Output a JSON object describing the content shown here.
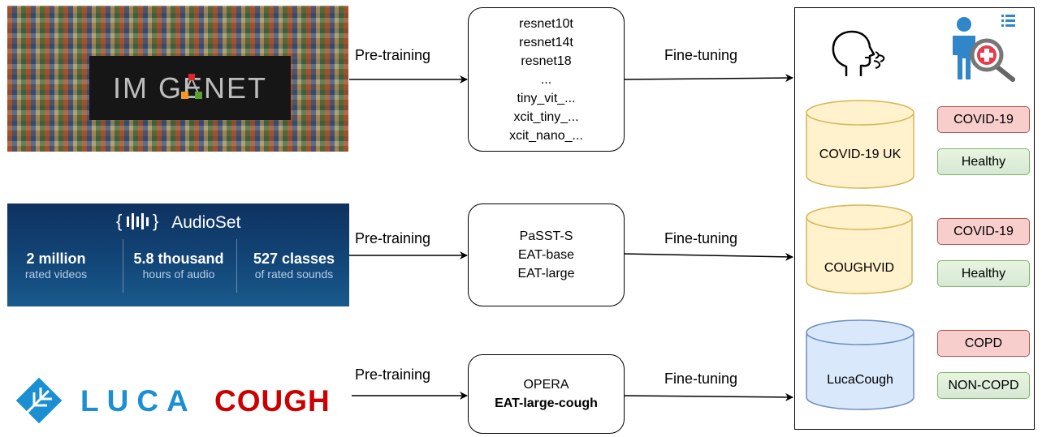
{
  "sources": {
    "imagenet": {
      "logo_text": "IM GENET"
    },
    "audioset": {
      "title": "AudioSet",
      "stats": [
        {
          "value": "2 million",
          "caption": "rated videos"
        },
        {
          "value": "5.8 thousand",
          "caption": "hours of audio"
        },
        {
          "value": "527 classes",
          "caption": "of rated sounds"
        }
      ]
    },
    "luca": {
      "luca_text": "LUCA",
      "cough_text": "COUGH"
    }
  },
  "arrow_labels": {
    "pretraining": "Pre-training",
    "finetuning": "Fine-tuning"
  },
  "model_groups": {
    "imagenet_models": [
      "resnet10t",
      "resnet14t",
      "resnet18",
      "...",
      "tiny_vit_...",
      "xcit_tiny_...",
      "xcit_nano_..."
    ],
    "audioset_models": [
      "PaSST-S",
      "EAT-base",
      "EAT-large"
    ],
    "cough_models": [
      "OPERA",
      "EAT-large-cough"
    ]
  },
  "datasets": [
    {
      "name": "COVID-19 UK",
      "fill": "#fff2cc",
      "stroke": "#d6b656",
      "labels": [
        "COVID-19",
        "Healthy"
      ]
    },
    {
      "name": "COUGHVID",
      "fill": "#fff2cc",
      "stroke": "#d6b656",
      "labels": [
        "COVID-19",
        "Healthy"
      ]
    },
    {
      "name": "LucaCough",
      "fill": "#dae8fc",
      "stroke": "#6c8ebf",
      "labels": [
        "COPD",
        "NON-COPD"
      ]
    }
  ],
  "icons": [
    "cough-head-icon",
    "doctor-magnifier-icon",
    "list-icon",
    "imagenet-tree-icon",
    "audioset-bars-icon",
    "luca-leaf-icon"
  ],
  "colors": {
    "negative_fill": "#f8cecc",
    "negative_stroke": "#b85450",
    "positive_fill": "#d5e8d4",
    "positive_stroke": "#82b366"
  }
}
